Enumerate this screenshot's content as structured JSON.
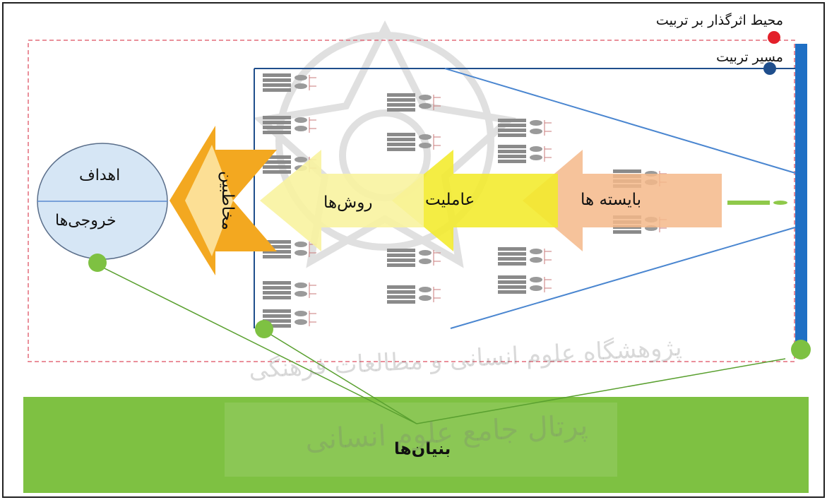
{
  "legend": {
    "environment": "محیط اثرگذار بر تربیت",
    "environment_color": "#e3202a",
    "path": "مسیر تربیت",
    "path_color": "#1f4e8c"
  },
  "goals": {
    "top": "اهداف",
    "bottom": "خروجی‌ها"
  },
  "arrows": {
    "bayesteh": "بایسته ها",
    "amelyat": "عاملیت",
    "ravesh": "روش‌ها",
    "mokhatab": "مخاطبین"
  },
  "foundation": "بنیان‌ها",
  "watermark": {
    "line1": "پژوهشگاه علوم انسانی و مطالعات فرهنگی",
    "line2": "پرتال جامع علوم انسانی"
  },
  "colors": {
    "foundation_fill": "#7ec142",
    "goal_fill": "#d6e6f5",
    "arrow_bayesteh": "#f5b98a",
    "arrow_amelyat": "#f2ea2a",
    "arrow_ravesh": "#f8f3a0",
    "arrow_mokhatab": "#f3a820",
    "node_green": "#7ec142",
    "axis_blue": "#1f6fc4"
  }
}
